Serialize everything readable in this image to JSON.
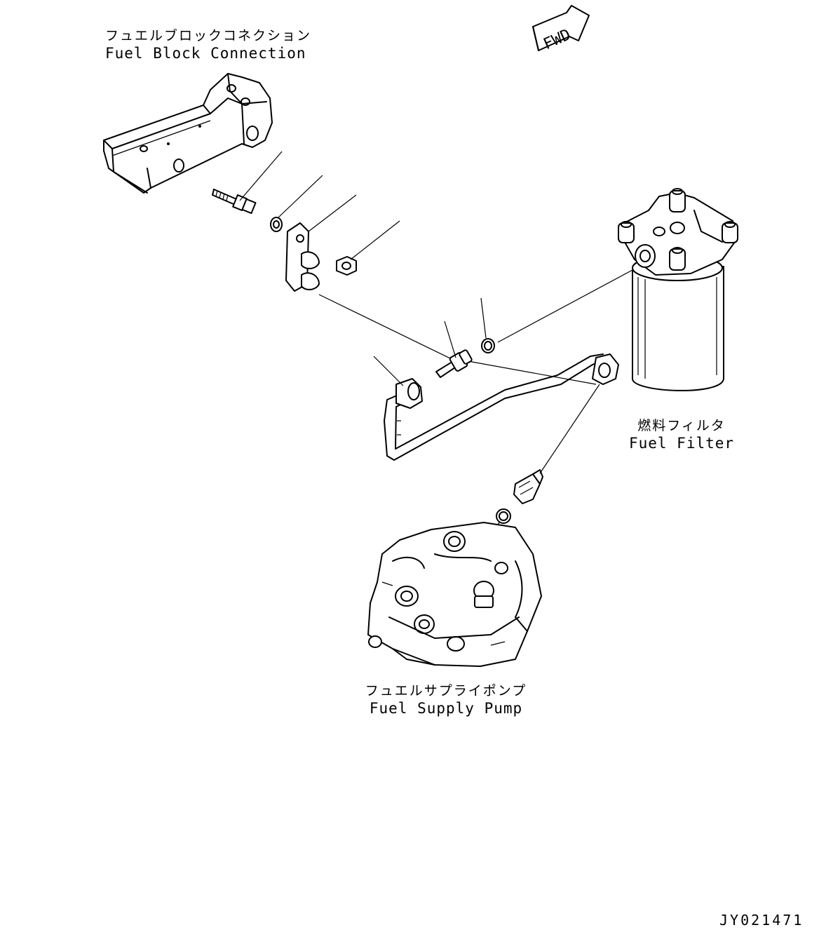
{
  "labels": {
    "block_jp": "フュエルブロックコネクション",
    "block_en": "Fuel Block Connection",
    "filter_jp": "燃料フィルタ",
    "filter_en": "Fuel Filter",
    "pump_jp": "フュエルサプライポンプ",
    "pump_en": "Fuel Supply Pump",
    "fwd": "FWD",
    "drawing_id": "JY021471"
  },
  "colors": {
    "ink": "#000000",
    "paper": "#ffffff"
  }
}
